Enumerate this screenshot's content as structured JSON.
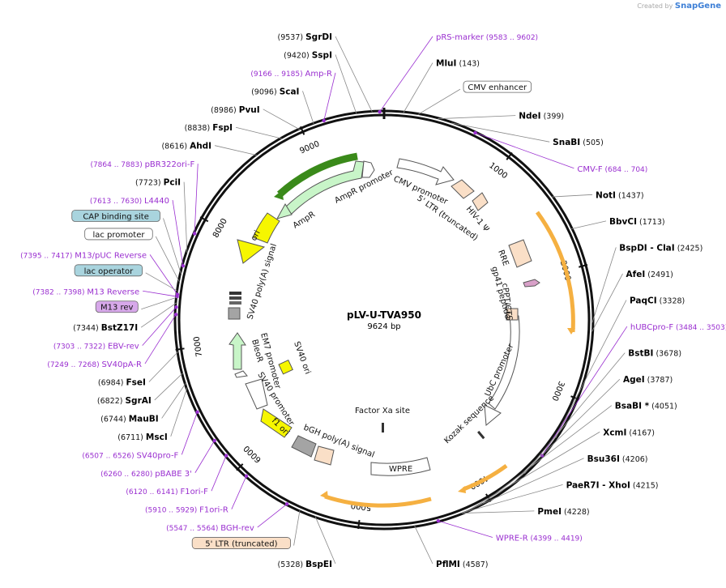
{
  "brand": {
    "prefix": "Created by",
    "name": "SnapGene"
  },
  "plasmid": {
    "name": "pLV-U-TVA950",
    "size_label": "9624 bp",
    "total_bp": 9624
  },
  "colors": {
    "primer": "#9a2fd0",
    "feature_peach": "#fadfc7",
    "feature_green": "#c8f5c8",
    "feature_yellow": "#f6f600",
    "feature_gray": "#a4a4a4",
    "feature_white": "#ffffff",
    "promoter_box_bg": "#ffffff",
    "protein_bind_bg": "#a9d4de",
    "orange_arc": "#f5b041"
  },
  "ticks": [
    {
      "label": "1000",
      "bp": 1000
    },
    {
      "label": "2000",
      "bp": 2000
    },
    {
      "label": "3000",
      "bp": 3000
    },
    {
      "label": "4000",
      "bp": 4000
    },
    {
      "label": "5000",
      "bp": 5000
    },
    {
      "label": "6000",
      "bp": 6000
    },
    {
      "label": "7000",
      "bp": 7000
    },
    {
      "label": "8000",
      "bp": 8000
    },
    {
      "label": "9000",
      "bp": 9000
    }
  ],
  "labels": [
    {
      "side": "left",
      "kind": "enzyme",
      "name": "SgrDI",
      "pos": "(9537)",
      "bp": 9537
    },
    {
      "side": "left",
      "kind": "enzyme",
      "name": "SspI",
      "pos": "(9420)",
      "bp": 9420
    },
    {
      "side": "left",
      "kind": "primer",
      "name": "Amp-R",
      "pos": "(9166 .. 9185)",
      "bp": 9175
    },
    {
      "side": "left",
      "kind": "enzyme",
      "name": "ScaI",
      "pos": "(9096)",
      "bp": 9096
    },
    {
      "side": "left",
      "kind": "enzyme",
      "name": "PvuI",
      "pos": "(8986)",
      "bp": 8986
    },
    {
      "side": "left",
      "kind": "enzyme",
      "name": "FspI",
      "pos": "(8838)",
      "bp": 8838
    },
    {
      "side": "left",
      "kind": "enzyme",
      "name": "AhdI",
      "pos": "(8616)",
      "bp": 8616
    },
    {
      "side": "left",
      "kind": "primer",
      "name": "pBR322ori-F",
      "pos": "(7864 .. 7883)",
      "bp": 7873
    },
    {
      "side": "left",
      "kind": "enzyme",
      "name": "PciI",
      "pos": "(7723)",
      "bp": 7723
    },
    {
      "side": "left",
      "kind": "primer",
      "name": "L4440",
      "pos": "(7613 .. 7630)",
      "bp": 7621
    },
    {
      "side": "left",
      "kind": "box_blue",
      "name": "CAP binding site",
      "pos": "",
      "bp": 7560
    },
    {
      "side": "left",
      "kind": "box_white",
      "name": "lac promoter",
      "pos": "",
      "bp": 7500
    },
    {
      "side": "left",
      "kind": "primer",
      "name": "M13/pUC Reverse",
      "pos": "(7395 .. 7417)",
      "bp": 7406
    },
    {
      "side": "left",
      "kind": "box_blue",
      "name": "lac operator",
      "pos": "",
      "bp": 7430
    },
    {
      "side": "left",
      "kind": "primer",
      "name": "M13 Reverse",
      "pos": "(7382 .. 7398)",
      "bp": 7390
    },
    {
      "side": "left",
      "kind": "box_purple",
      "name": "M13 rev",
      "pos": "",
      "bp": 7385
    },
    {
      "side": "left",
      "kind": "enzyme",
      "name": "BstZ17I",
      "pos": "(7344)",
      "bp": 7344
    },
    {
      "side": "left",
      "kind": "primer",
      "name": "EBV-rev",
      "pos": "(7303 .. 7322)",
      "bp": 7312
    },
    {
      "side": "left",
      "kind": "primer",
      "name": "SV40pA-R",
      "pos": "(7249 .. 7268)",
      "bp": 7258
    },
    {
      "side": "left",
      "kind": "enzyme",
      "name": "FseI",
      "pos": "(6984)",
      "bp": 6984
    },
    {
      "side": "left",
      "kind": "enzyme",
      "name": "SgrAI",
      "pos": "(6822)",
      "bp": 6822
    },
    {
      "side": "left",
      "kind": "enzyme",
      "name": "MauBI",
      "pos": "(6744)",
      "bp": 6744
    },
    {
      "side": "left",
      "kind": "enzyme",
      "name": "MscI",
      "pos": "(6711)",
      "bp": 6711
    },
    {
      "side": "left",
      "kind": "primer",
      "name": "SV40pro-F",
      "pos": "(6507 .. 6526)",
      "bp": 6516
    },
    {
      "side": "left",
      "kind": "primer",
      "name": "pBABE 3'",
      "pos": "(6260 .. 6280)",
      "bp": 6270
    },
    {
      "side": "left",
      "kind": "primer",
      "name": "F1ori-F",
      "pos": "(6120 .. 6141)",
      "bp": 6130
    },
    {
      "side": "left",
      "kind": "primer",
      "name": "F1ori-R",
      "pos": "(5910 .. 5929)",
      "bp": 5919
    },
    {
      "side": "left",
      "kind": "primer",
      "name": "BGH-rev",
      "pos": "(5547 .. 5564)",
      "bp": 5555
    },
    {
      "side": "left",
      "kind": "box_peach",
      "name": "5' LTR (truncated)",
      "pos": "",
      "bp": 5450
    },
    {
      "side": "left",
      "kind": "enzyme",
      "name": "BspEI",
      "pos": "(5328)",
      "bp": 5328
    },
    {
      "side": "right",
      "kind": "primer",
      "name": "pRS-marker",
      "pos": "(9583 .. 9602)",
      "bp": 9592
    },
    {
      "side": "right",
      "kind": "enzyme",
      "name": "MluI",
      "pos": "(143)",
      "bp": 143
    },
    {
      "side": "right",
      "kind": "box_white",
      "name": "CMV enhancer",
      "pos": "",
      "bp": 250
    },
    {
      "side": "right",
      "kind": "enzyme",
      "name": "NdeI",
      "pos": "(399)",
      "bp": 399
    },
    {
      "side": "right",
      "kind": "enzyme",
      "name": "SnaBI",
      "pos": "(505)",
      "bp": 505
    },
    {
      "side": "right",
      "kind": "primer",
      "name": "CMV-F",
      "pos": "(684 .. 704)",
      "bp": 694
    },
    {
      "side": "right",
      "kind": "enzyme",
      "name": "NotI",
      "pos": "(1437)",
      "bp": 1437
    },
    {
      "side": "right",
      "kind": "enzyme",
      "name": "BbvCI",
      "pos": "(1713)",
      "bp": 1713
    },
    {
      "side": "right",
      "kind": "enzyme",
      "name": "BspDI",
      "name2": "ClaI",
      "pos": "(2425)",
      "bp": 2425
    },
    {
      "side": "right",
      "kind": "enzyme",
      "name": "AfeI",
      "pos": "(2491)",
      "bp": 2491
    },
    {
      "side": "right",
      "kind": "enzyme",
      "name": "PaqCI",
      "pos": "(3328)",
      "bp": 3328
    },
    {
      "side": "right",
      "kind": "primer",
      "name": "hUBCpro-F",
      "pos": "(3484 .. 3503)",
      "bp": 3493
    },
    {
      "side": "right",
      "kind": "enzyme",
      "name": "BstBI",
      "pos": "(3678)",
      "bp": 3678
    },
    {
      "side": "right",
      "kind": "enzyme",
      "name": "AgeI",
      "pos": "(3787)",
      "bp": 3787
    },
    {
      "side": "right",
      "kind": "enzyme",
      "name": "BsaBI *",
      "pos": "(4051)",
      "bp": 4051
    },
    {
      "side": "right",
      "kind": "enzyme",
      "name": "XcmI",
      "pos": "(4167)",
      "bp": 4167
    },
    {
      "side": "right",
      "kind": "enzyme",
      "name": "Bsu36I",
      "pos": "(4206)",
      "bp": 4206
    },
    {
      "side": "right",
      "kind": "enzyme",
      "name": "PaeR7I",
      "name2": "XhoI",
      "pos": "(4215)",
      "bp": 4215
    },
    {
      "side": "right",
      "kind": "enzyme",
      "name": "PmeI",
      "pos": "(4228)",
      "bp": 4228
    },
    {
      "side": "right",
      "kind": "primer",
      "name": "WPRE-R",
      "pos": "(4399 .. 4419)",
      "bp": 4409
    },
    {
      "side": "right",
      "kind": "enzyme",
      "name": "PflMI",
      "pos": "(4587)",
      "bp": 4587
    }
  ],
  "inner_labels": [
    {
      "text": "AmpR promoter"
    },
    {
      "text": "AmpR"
    },
    {
      "text": "ori"
    },
    {
      "text": "SV40 poly(A) signal"
    },
    {
      "text": "CMV promoter"
    },
    {
      "text": "5' LTR (truncated)"
    },
    {
      "text": "HIV-1 Ψ"
    },
    {
      "text": "RRE"
    },
    {
      "text": "gp41 peptide"
    },
    {
      "text": "cPPT/CTS"
    },
    {
      "text": "UbC promoter"
    },
    {
      "text": "Kozak sequence"
    },
    {
      "text": "Factor Xa site"
    },
    {
      "text": "WPRE"
    },
    {
      "text": "bGH poly(A) signal"
    },
    {
      "text": "f1 ori"
    },
    {
      "text": "SV40 promoter"
    },
    {
      "text": "BleoR"
    },
    {
      "text": "EM7 promoter"
    },
    {
      "text": "SV40 ori"
    }
  ]
}
